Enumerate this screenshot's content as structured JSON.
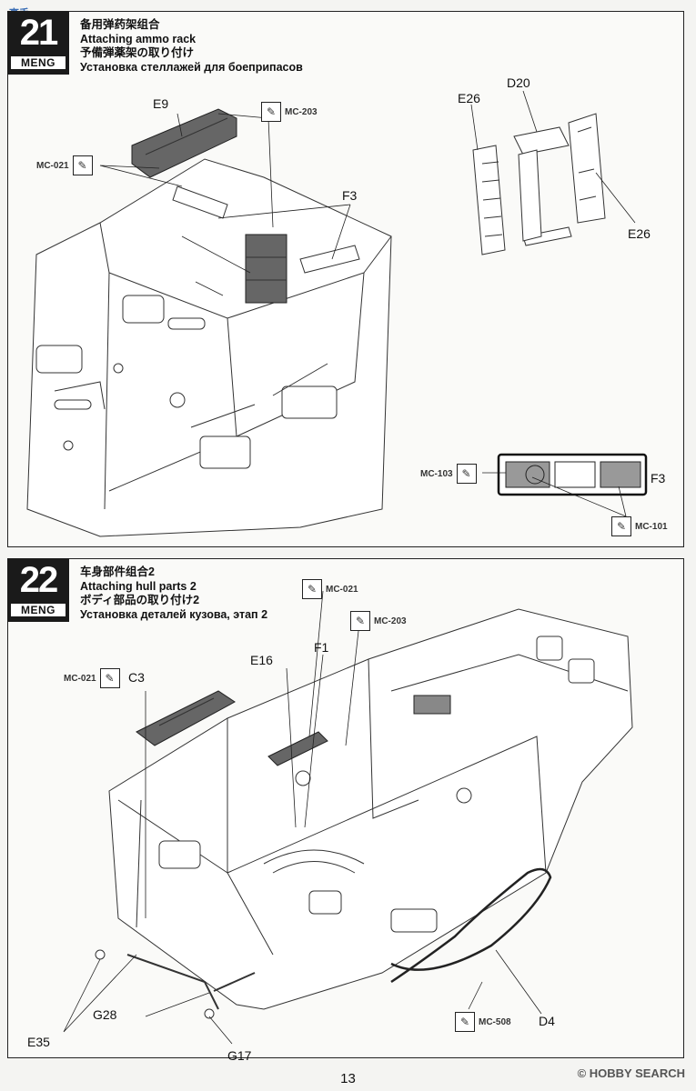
{
  "watermark_top": "高手",
  "watermark_bottom": "© HOBBY SEARCH",
  "page_number": "13",
  "brand": "MENG",
  "steps": [
    {
      "number": "21",
      "title_zh": "备用弹药架组合",
      "title_en": "Attaching ammo rack",
      "title_ja": "予備弾薬架の取り付け",
      "title_ru": "Установка стеллажей для боеприпасов",
      "parts": {
        "e9": "E9",
        "f3": "F3",
        "e26a": "E26",
        "d20": "D20",
        "e26b": "E26",
        "f3_detail": "F3"
      },
      "tools": {
        "mc203": "MC-203",
        "mc021": "MC-021",
        "mc103": "MC-103",
        "mc101": "MC-101"
      }
    },
    {
      "number": "22",
      "title_zh": "车身部件组合2",
      "title_en": "Attaching hull parts 2",
      "title_ja": "ボディ部品の取り付け2",
      "title_ru": "Установка деталей кузова, этап 2",
      "parts": {
        "c3": "C3",
        "e16": "E16",
        "f1": "F1",
        "g28": "G28",
        "e35": "E35",
        "g17": "G17",
        "d4": "D4"
      },
      "tools": {
        "mc021a": "MC-021",
        "mc021b": "MC-021",
        "mc203": "MC-203",
        "mc508": "MC-508"
      }
    }
  ],
  "icons": {
    "tool": "brush-icon"
  }
}
